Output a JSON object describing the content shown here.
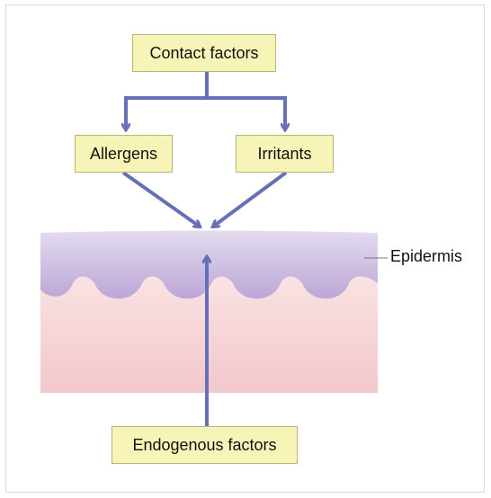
{
  "labels": {
    "contact_factors": "Contact factors",
    "allergens": "Allergens",
    "irritants": "Irritants",
    "epidermis": "Epidermis",
    "endogenous_factors": "Endogenous factors"
  },
  "colors": {
    "box_fill": "#f6f4b6",
    "box_border": "#b7b57a",
    "arrow": "#6670b8",
    "epidermis_top": "#e4dcee",
    "epidermis_bottom": "#bda8d8",
    "dermis_top": "#fbe4e4",
    "dermis_bottom": "#f1c9cc",
    "frame_border": "#d9d9d9"
  }
}
